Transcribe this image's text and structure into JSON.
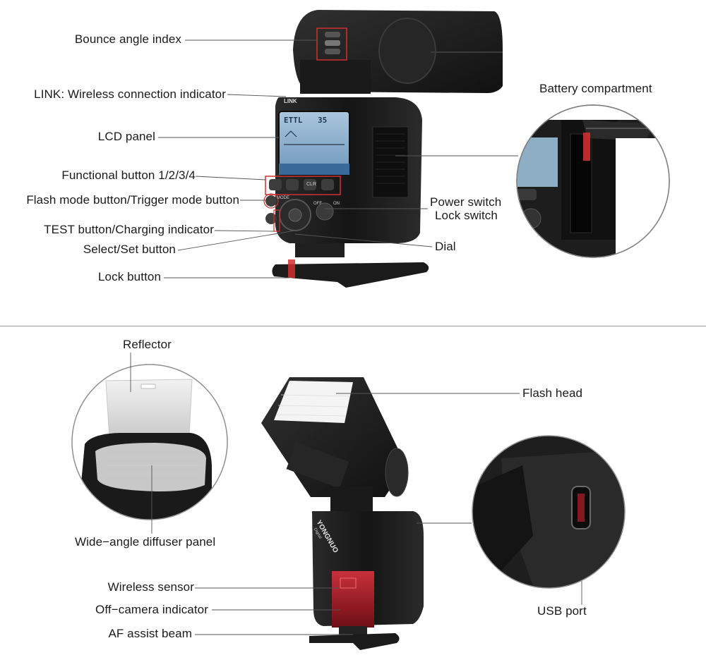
{
  "top_labels": {
    "bounce_angle_index": "Bounce angle index",
    "link_indicator": "LINK: Wireless connection indicator",
    "lcd_panel": "LCD panel",
    "functional_buttons": "Functional button 1/2/3/4",
    "flash_mode_button": "Flash mode button/Trigger mode button",
    "test_button": "TEST button/Charging indicator",
    "select_set_button": "Select/Set button",
    "lock_button": "Lock button",
    "battery_compartment": "Battery compartment",
    "power_switch": "Power switch",
    "lock_switch": "Lock switch",
    "dial": "Dial"
  },
  "bottom_labels": {
    "reflector": "Reflector",
    "wide_angle_diffuser": "Wide−angle diffuser panel",
    "flash_head": "Flash head",
    "wireless_sensor": "Wireless sensor",
    "off_camera_indicator": "Off−camera indicator",
    "af_assist_beam": "AF assist beam",
    "usb_port": "USB port"
  },
  "device_text": {
    "lcd_mode": "ETTL",
    "lcd_value": "35",
    "link_text": "LINK",
    "brand": "YONGNUO",
    "brand_sub": "Digital",
    "mode_text": "MODE",
    "on_text": "ON",
    "off_text": "OFF",
    "clr_text": "CLR"
  },
  "colors": {
    "callout_red": "#d03030",
    "device_dark": "#1c1c1c",
    "lcd_blue": "#7fa6c8",
    "sensor_red": "#b0202a"
  }
}
